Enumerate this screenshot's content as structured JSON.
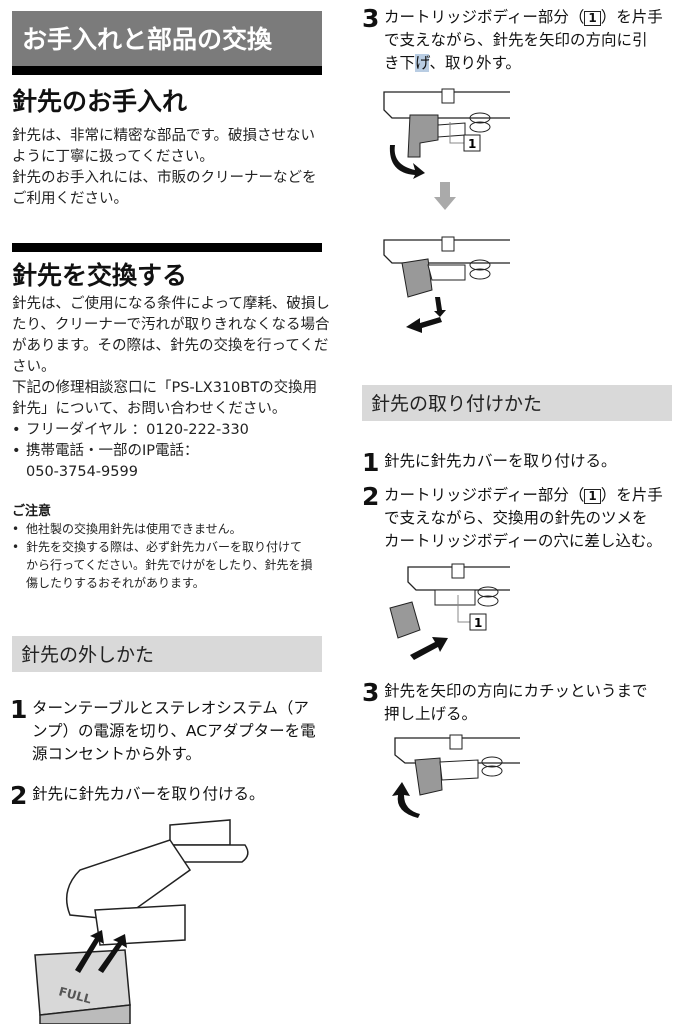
{
  "page_title": "お手入れと部品の交換",
  "care": {
    "heading": "針先のお手入れ",
    "lines": [
      "針先は、非常に精密な部品です。破損させない",
      "ように丁寧に扱ってください。",
      "針先のお手入れには、市販のクリーナーなどを",
      "ご利用ください。"
    ]
  },
  "replace": {
    "heading": "針先を交換する",
    "lines": [
      "針先は、ご使用になる条件によって摩耗、破損し",
      "たり、クリーナーで汚れが取りきれなくなる場合",
      "があります。その際は、針先の交換を行ってくだ",
      "さい。",
      "下記の修理相談窓口に「PS-LX310BTの交換用",
      "針先」について、お問い合わせください。"
    ],
    "contacts": [
      "フリーダイヤル ：0120-222-330",
      "携帯電話・一部のIP電話：",
      "050-3754-9599"
    ],
    "caution_heading": "ご注意",
    "cautions": [
      "他社製の交換用針先は使用できません。",
      "針先を交換する際は、必ず針先カバーを取り付けて",
      "から行ってください。針先でけがをしたり、針先を損",
      "傷したりするおそれがあります。"
    ]
  },
  "removal": {
    "heading": "針先の外しかた",
    "steps": [
      {
        "num": "1",
        "lines": [
          "ターンテーブルとステレオシステム（ア",
          "ンプ）の電源を切り、ACアダプターを電",
          "源コンセントから外す。"
        ]
      },
      {
        "num": "2",
        "lines": [
          "針先に針先カバーを取り付ける。"
        ]
      },
      {
        "num": "3",
        "pre": "カートリッジボディー部分（",
        "box": "1",
        "post": "）を片手",
        "lines": [
          "で支えながら、針先を矢印の方向に引",
          "き下",
          "げ",
          "、取り外す。"
        ]
      }
    ],
    "cover_label": "FULL",
    "callout": "1"
  },
  "install": {
    "heading": "針先の取り付けかた",
    "steps": [
      {
        "num": "1",
        "lines": [
          "針先に針先カバーを取り付ける。"
        ]
      },
      {
        "num": "2",
        "pre": "カートリッジボディー部分（",
        "box": "1",
        "post": "）を片手",
        "lines": [
          "で支えながら、交換用の針先のツメを",
          "カートリッジボディーの穴に差し込む。"
        ]
      },
      {
        "num": "3",
        "lines": [
          "針先を矢印の方向にカチッというまで",
          "押し上げる。"
        ]
      }
    ],
    "callout": "1"
  }
}
